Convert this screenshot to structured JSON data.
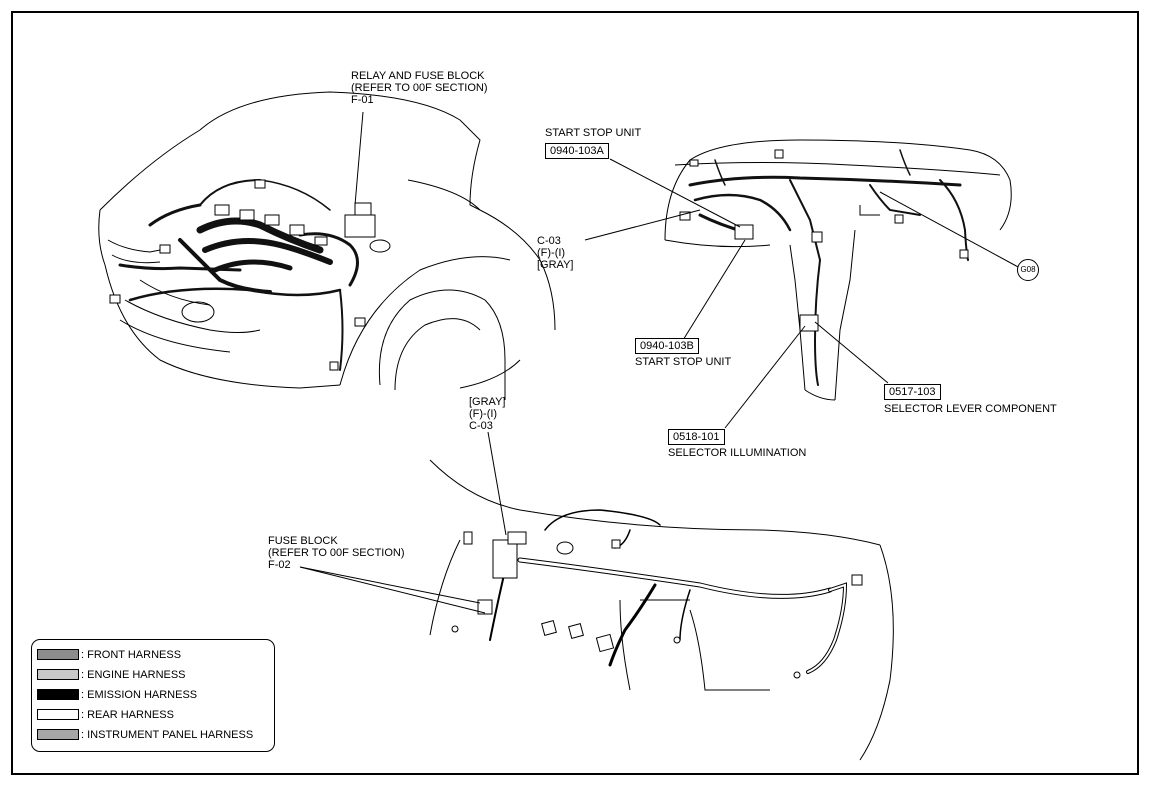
{
  "labels": {
    "relay_fuse_block": [
      "RELAY AND FUSE BLOCK",
      "(REFER TO 00F SECTION)",
      "F-01"
    ],
    "start_stop_unit_top": "START STOP UNIT",
    "box_0940_103a": "0940-103A",
    "c03_left": [
      "C-03",
      "(F)-(I)",
      "[GRAY]"
    ],
    "g08": "G08",
    "box_0940_103b": "0940-103B",
    "start_stop_unit_bottom": "START STOP UNIT",
    "box_0517_103": "0517-103",
    "selector_lever": "SELECTOR LEVER COMPONENT",
    "box_0518_101": "0518-101",
    "selector_illumination": "SELECTOR ILLUMINATION",
    "c03_center": [
      "[GRAY]",
      "(F)-(I)",
      "C-03"
    ],
    "fuse_block": [
      "FUSE BLOCK",
      "(REFER TO 00F SECTION)",
      "F-02"
    ]
  },
  "legend": {
    "items": [
      {
        "label": ": FRONT HARNESS",
        "swatch": "#8c8c8c"
      },
      {
        "label": ": ENGINE HARNESS",
        "swatch": "#c8c8c8"
      },
      {
        "label": ": EMISSION HARNESS",
        "swatch": "#000000"
      },
      {
        "label": ": REAR HARNESS",
        "swatch": "#ffffff"
      },
      {
        "label": ": INSTRUMENT PANEL HARNESS",
        "swatch": "#a6a6a6"
      }
    ]
  }
}
